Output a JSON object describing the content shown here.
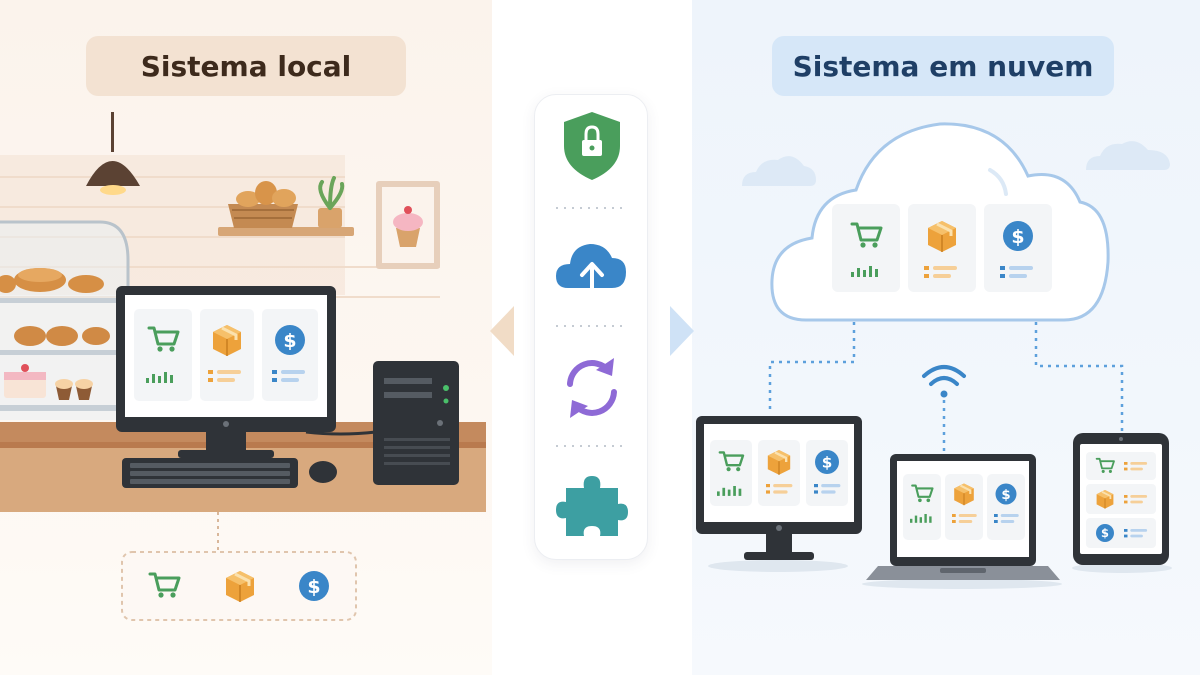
{
  "left_panel": {
    "title": "Sistema local",
    "apps": [
      "cart-icon",
      "box-icon",
      "dollar-icon"
    ]
  },
  "right_panel": {
    "title": "Sistema em nuvem",
    "apps": [
      "cart-icon",
      "box-icon",
      "dollar-icon"
    ],
    "devices": [
      "desktop-monitor",
      "laptop",
      "tablet"
    ]
  },
  "features": [
    "shield-lock-icon",
    "cloud-upload-icon",
    "sync-icon",
    "puzzle-icon"
  ],
  "colors": {
    "green": "#4a9e5c",
    "orange": "#eda23b",
    "blue": "#3a86c8",
    "purple": "#8e6ad6",
    "teal": "#3d9fa2",
    "left_bg": "#fbf3ec",
    "right_bg": "#eef4fb"
  }
}
